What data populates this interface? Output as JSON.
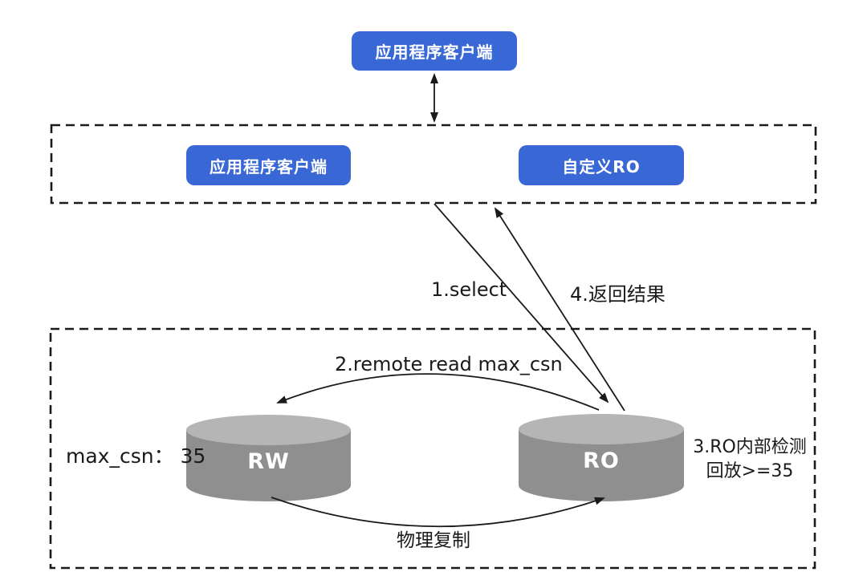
{
  "colors": {
    "accent_blue": "#3968D6",
    "cylinder_body": "#8F8F8F",
    "cylinder_top": "#B5B5B5",
    "line_color": "#1A1A1A"
  },
  "nodes": {
    "top_client": "应用程序客户端",
    "proxy_client": "应用程序客户端",
    "custom_ro": "自定义RO",
    "rw": "RW",
    "ro": "RO"
  },
  "labels": {
    "select": "1.select",
    "return_result": "4.返回结果",
    "remote_read": "2.remote read max_csn",
    "max_csn": "max_csn： 35",
    "ro_check_line1": "3.RO内部检测",
    "ro_check_line2": "回放>=35",
    "physical_replication": "物理复制"
  }
}
